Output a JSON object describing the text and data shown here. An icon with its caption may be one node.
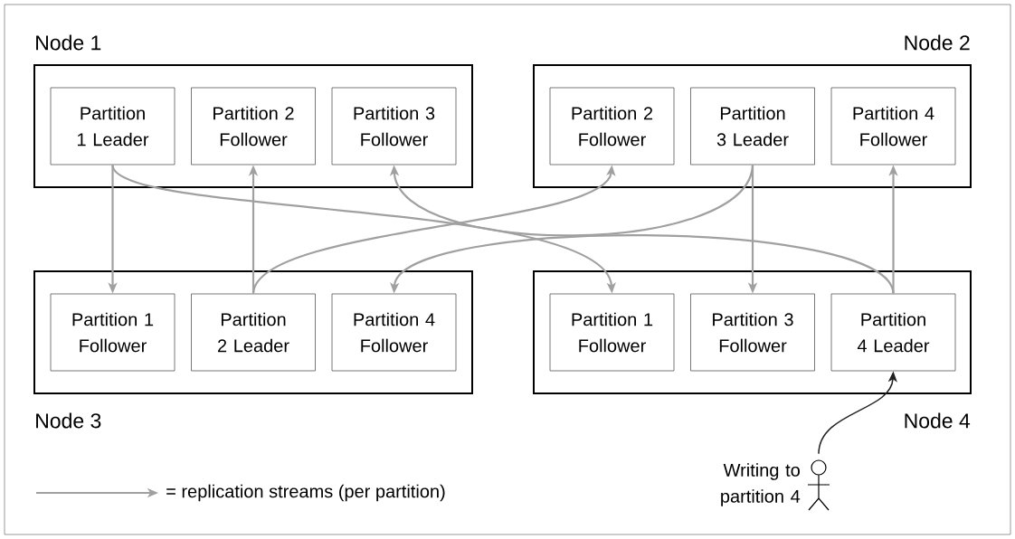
{
  "diagram": {
    "nodes": [
      {
        "text": [
          "Node 1"
        ]
      },
      {
        "text": [
          "Partition 1 Leader"
        ],
        "in": 0
      },
      {
        "text": [
          "Partition 2 Follower"
        ],
        "in": 0
      },
      {
        "text": [
          "Partition 3 Follower"
        ],
        "in": 0
      },
      {
        "text": [
          "Node 2"
        ]
      },
      {
        "text": [
          "Partition 2 Follower"
        ],
        "in": 4
      },
      {
        "text": [
          "Partition 3 Leader"
        ],
        "in": 4
      },
      {
        "text": [
          "Partition 4 Follower"
        ],
        "in": 4
      },
      {
        "text": [
          "Node 3"
        ]
      },
      {
        "text": [
          "Partition 1 Follower"
        ],
        "in": 8
      },
      {
        "text": [
          "Partition 2 Leader"
        ],
        "in": 8
      },
      {
        "text": [
          "Partition 4 Follower"
        ],
        "in": 8
      },
      {
        "text": [
          "Node 4"
        ]
      },
      {
        "text": [
          "Partition 1 Follower"
        ],
        "in": 12
      },
      {
        "text": [
          "Partition 3 Follower"
        ],
        "in": 12
      },
      {
        "text": [
          "Partition 4 Leader"
        ],
        "in": 12
      },
      {
        "text": [],
        "shape": "person",
        "beside": [
          "Writing to partition 4"
        ]
      }
    ],
    "edges": [
      {
        "from": 1,
        "to": 9,
        "arrow": "to"
      },
      {
        "from": 1,
        "to": 13,
        "arrow": "to"
      },
      {
        "from": 10,
        "to": 2,
        "arrow": "to"
      },
      {
        "from": 10,
        "to": 5,
        "arrow": "to"
      },
      {
        "from": 6,
        "to": 3,
        "arrow": "to"
      },
      {
        "from": 6,
        "to": 14,
        "arrow": "to"
      },
      {
        "from": 15,
        "to": 7,
        "arrow": "to"
      },
      {
        "from": 15,
        "to": 11,
        "arrow": "to"
      },
      {
        "from": 16,
        "to": 15,
        "arrow": "to",
        "color": "#222222"
      }
    ],
    "legend": [
      {
        "text": "= replication streams (per partition)"
      }
    ]
  }
}
